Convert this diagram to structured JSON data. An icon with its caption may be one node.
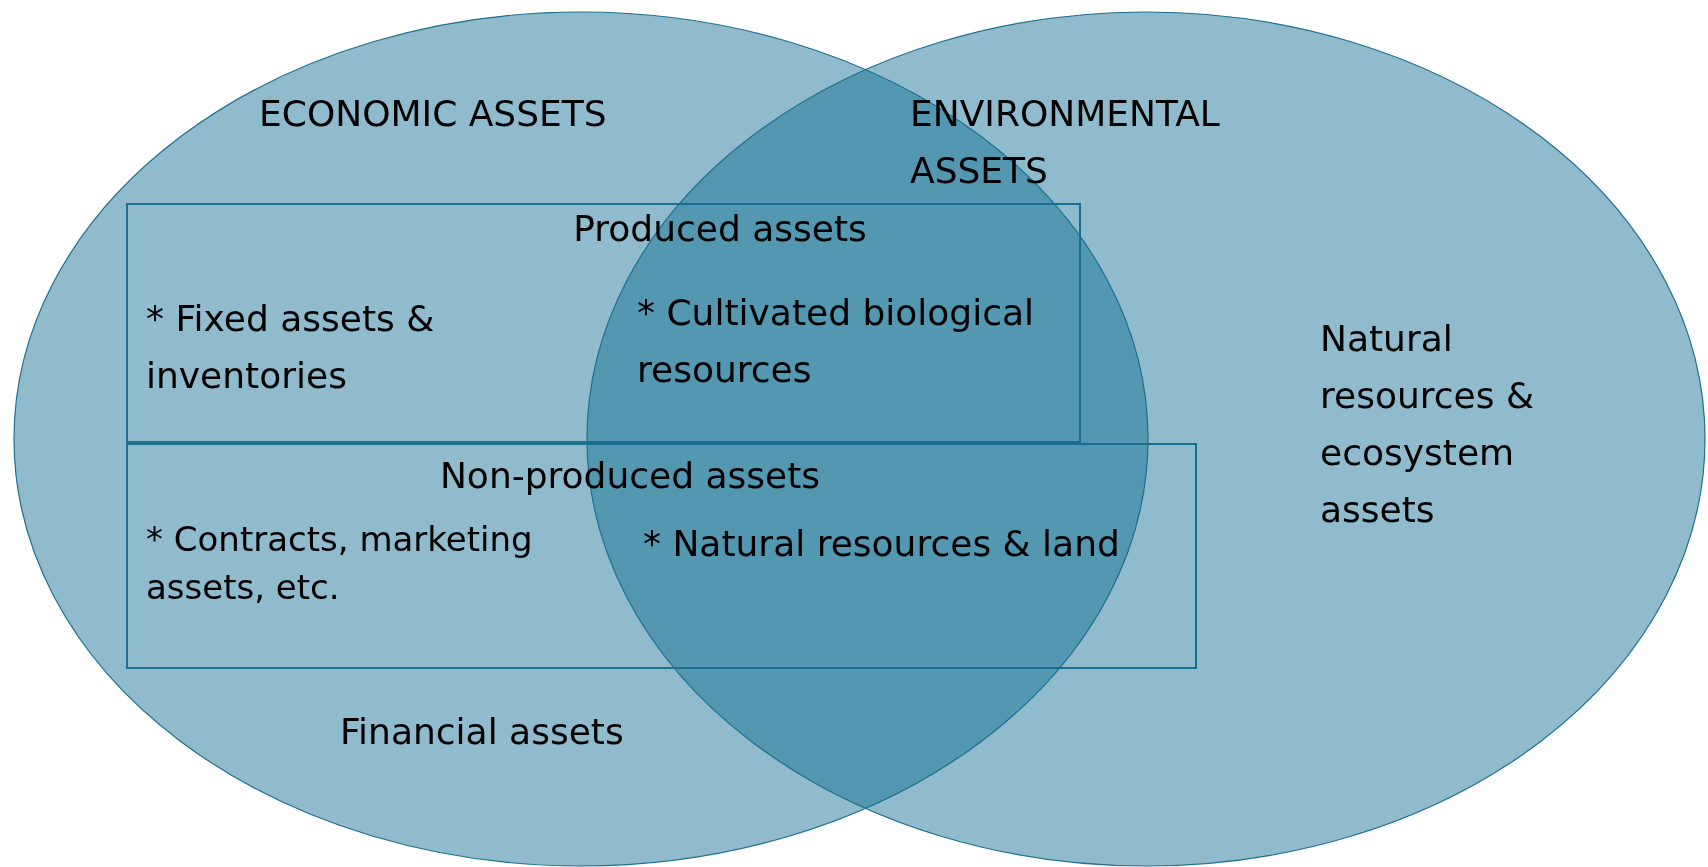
{
  "diagram": {
    "nodes": [
      {
        "text": [
          "ECONOMIC ASSETS",
          "Financial assets"
        ]
      },
      {
        "text": [
          "ENVIRONMENTAL ASSETS",
          "Natural resources & ecosystem assets"
        ]
      },
      {
        "text": [
          "Produced assets",
          "* Fixed assets & inventories",
          "* Cultivated biological resources"
        ],
        "in": 0
      },
      {
        "text": [
          "Non-produced assets",
          "* Contracts, marketing assets, etc.",
          "* Natural resources & land"
        ],
        "in": 0
      }
    ]
  }
}
